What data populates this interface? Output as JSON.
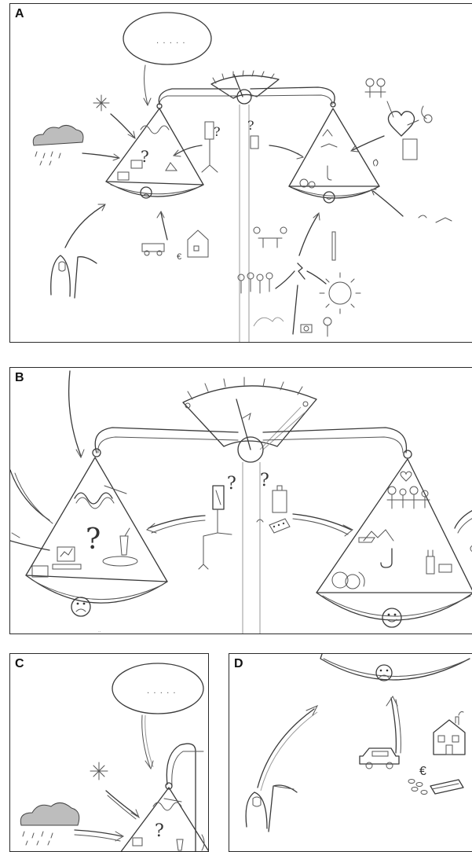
{
  "panels": [
    {
      "label": "A"
    },
    {
      "label": "B"
    },
    {
      "label": "C"
    },
    {
      "label": "D"
    }
  ],
  "glyphs": {
    "question": "?",
    "speech_dots": ". . . . .",
    "euro": "€"
  },
  "icons": [
    "speech-bubble-icon",
    "scale-gauge-icon",
    "snowflake-icon",
    "raincloud-icon",
    "grim-reaper-icon",
    "sad-face-icon",
    "happy-face-icon",
    "heart-icon",
    "sun-icon",
    "lightning-icon",
    "family-icon",
    "house-icon",
    "car-icon",
    "camera-icon",
    "flower-icon",
    "drink-icon",
    "pills-icon",
    "iv-bag-icon",
    "computer-icon",
    "fruit-icon",
    "thermometer-icon"
  ]
}
